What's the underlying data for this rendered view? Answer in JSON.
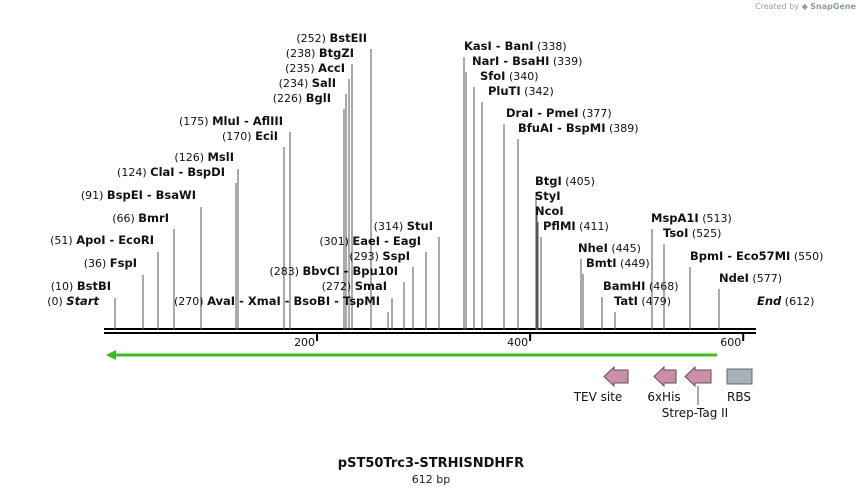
{
  "credit": {
    "prefix": "Created by",
    "brand": "SnapGene"
  },
  "plasmid": {
    "name": "pST50Trc3-STRHISNDHFR",
    "length_label": "612 bp",
    "length": 612
  },
  "axis": {
    "ticks": [
      {
        "value": 200,
        "label": "200"
      },
      {
        "value": 400,
        "label": "400"
      },
      {
        "value": 600,
        "label": "600"
      }
    ]
  },
  "colors": {
    "site_line": "#555555",
    "backbone": "#000000",
    "orf_arrow": "#3cbe1f",
    "feature_pink": "#c990a8",
    "feature_gray": "#a8b0b8"
  },
  "sites": [
    {
      "pos": "(0)",
      "name": "Start",
      "special": true
    },
    {
      "pos": "(10)",
      "name": "BstBI"
    },
    {
      "pos": "(36)",
      "name": "FspI"
    },
    {
      "pos": "(51)",
      "name": "ApoI  - EcoRI"
    },
    {
      "pos": "(66)",
      "name": "BmrI"
    },
    {
      "pos": "(91)",
      "name": "BspEI  - BsaWI"
    },
    {
      "pos": "(124)",
      "name": "ClaI  - BspDI"
    },
    {
      "pos": "(126)",
      "name": "MslI"
    },
    {
      "pos": "(170)",
      "name": "EciI"
    },
    {
      "pos": "(175)",
      "name": "MluI  - AflIII"
    },
    {
      "pos": "(226)",
      "name": "BglI"
    },
    {
      "pos": "(234)",
      "name": "SalI"
    },
    {
      "pos": "(235)",
      "name": "AccI"
    },
    {
      "pos": "(238)",
      "name": "BtgZI"
    },
    {
      "pos": "(252)",
      "name": "BstEII"
    },
    {
      "pos": "(270)",
      "name": "AvaI  - XmaI  - BsoBI  - TspMI"
    },
    {
      "pos": "(272)",
      "name": "SmaI"
    },
    {
      "pos": "(283)",
      "name": "BbvCI  - Bpu10I"
    },
    {
      "pos": "(293)",
      "name": "SspI"
    },
    {
      "pos": "(301)",
      "name": "EaeI  - EagI"
    },
    {
      "pos": "(314)",
      "name": "StuI"
    },
    {
      "pos": "(338)",
      "name": "KasI  - BanI"
    },
    {
      "pos": "(339)",
      "name": "NarI  - BsaHI"
    },
    {
      "pos": "(340)",
      "name": "SfoI"
    },
    {
      "pos": "(342)",
      "name": "PluTI"
    },
    {
      "pos": "(377)",
      "name": "DraI  - PmeI"
    },
    {
      "pos": "(389)",
      "name": "BfuAI  - BspMI"
    },
    {
      "pos": "(405)",
      "name": "BtgI"
    },
    {
      "pos": "",
      "name": "StyI"
    },
    {
      "pos": "",
      "name": "NcoI"
    },
    {
      "pos": "(411)",
      "name": "PflMI"
    },
    {
      "pos": "(445)",
      "name": "NheI"
    },
    {
      "pos": "(449)",
      "name": "BmtI"
    },
    {
      "pos": "(468)",
      "name": "BamHI"
    },
    {
      "pos": "(479)",
      "name": "TatI"
    },
    {
      "pos": "(513)",
      "name": "MspA1I"
    },
    {
      "pos": "(525)",
      "name": "TsoI"
    },
    {
      "pos": "(550)",
      "name": "BpmI  - Eco57MI"
    },
    {
      "pos": "(577)",
      "name": "NdeI"
    },
    {
      "pos": "(612)",
      "name": "End",
      "special": true
    }
  ],
  "features": [
    {
      "name": "TEV site",
      "shape": "arrow-left",
      "color": "pink"
    },
    {
      "name": "6xHis",
      "shape": "arrow-left",
      "color": "pink"
    },
    {
      "name": "Strep-Tag II",
      "shape": "arrow-left",
      "color": "pink"
    },
    {
      "name": "RBS",
      "shape": "box",
      "color": "gray"
    }
  ]
}
